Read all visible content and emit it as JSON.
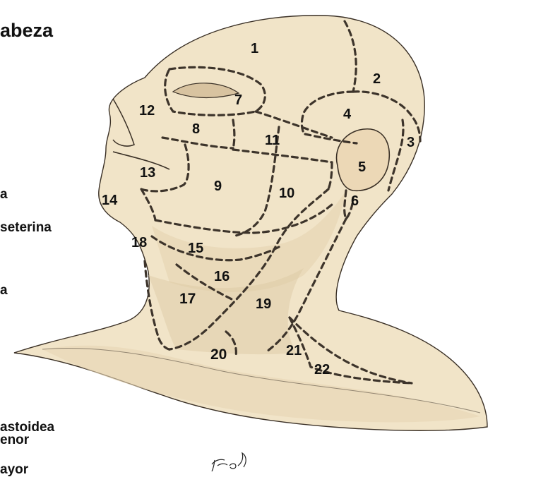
{
  "title": "abeza",
  "side_labels": [
    "a",
    "seterina",
    "a",
    "astoidea",
    "enor",
    "ayor"
  ],
  "region_numbers": [
    "1",
    "2",
    "3",
    "4",
    "5",
    "6",
    "7",
    "8",
    "9",
    "10",
    "11",
    "12",
    "13",
    "14",
    "15",
    "16",
    "17",
    "18",
    "19",
    "20",
    "21",
    "22"
  ],
  "signature": "Fico",
  "colors": {
    "skin": "#f1e4c8",
    "shade": "#d9c7a4",
    "line": "#3a3026",
    "dash": "#3d342b"
  }
}
